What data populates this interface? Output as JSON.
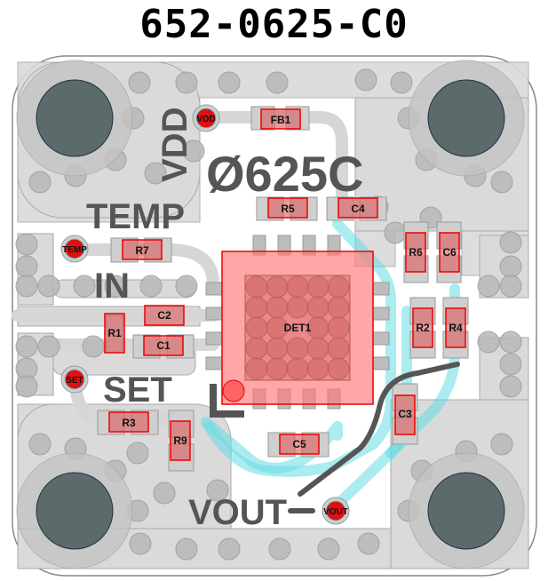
{
  "title": "652-0625-C0",
  "board": {
    "silkscreen": {
      "part": "Ø625C",
      "vdd": "VDD",
      "temp": "TEMP",
      "in": "IN",
      "set": "SET",
      "vout": "VOUT"
    },
    "test_points": [
      {
        "id": "tp-vdd",
        "label": "VDD"
      },
      {
        "id": "tp-temp",
        "label": "TEMP"
      },
      {
        "id": "tp-set",
        "label": "SET"
      },
      {
        "id": "tp-vout",
        "label": "VOUT"
      }
    ],
    "components": [
      {
        "ref": "FB1"
      },
      {
        "ref": "R5"
      },
      {
        "ref": "C4"
      },
      {
        "ref": "R7"
      },
      {
        "ref": "C2"
      },
      {
        "ref": "R1"
      },
      {
        "ref": "C1"
      },
      {
        "ref": "R3"
      },
      {
        "ref": "R9"
      },
      {
        "ref": "DET1"
      },
      {
        "ref": "C5"
      },
      {
        "ref": "R6"
      },
      {
        "ref": "C6"
      },
      {
        "ref": "R2"
      },
      {
        "ref": "R4"
      },
      {
        "ref": "C3"
      }
    ],
    "colors": {
      "copper": "#d6d6d6",
      "component": "#e05a5a",
      "outline": "#ff0000",
      "trace_highlight": "#64dce1",
      "mounting_hole": "#5a6a6a",
      "silkscreen": "#555555"
    }
  }
}
